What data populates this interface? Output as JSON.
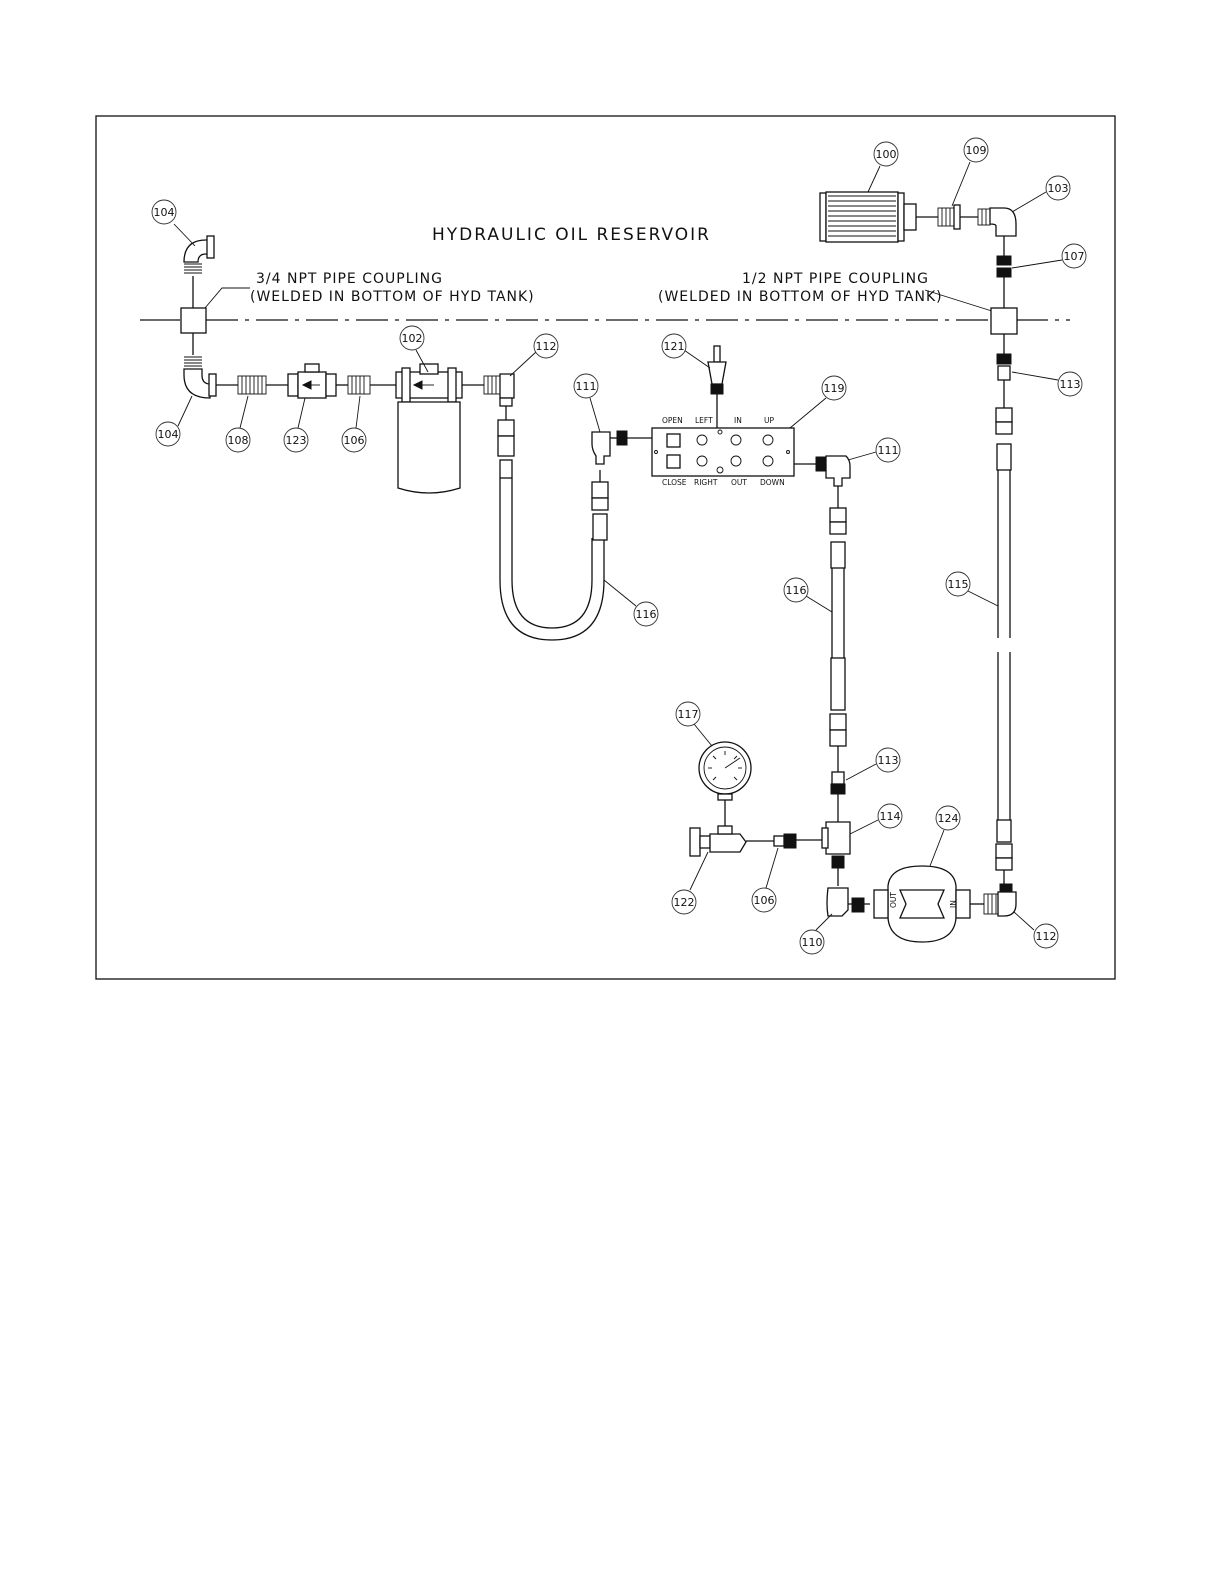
{
  "diagram": {
    "title": "HYDRAULIC OIL RESERVOIR",
    "left_coupling": {
      "line1": "3/4 NPT PIPE COUPLING",
      "line2": "(WELDED IN BOTTOM OF HYD TANK)"
    },
    "right_coupling": {
      "line1": "1/2 NPT PIPE COUPLING",
      "line2": "(WELDED IN BOTTOM OF HYD TANK)"
    },
    "valve_labels": {
      "open": "OPEN",
      "left": "LEFT",
      "in": "IN",
      "up": "UP",
      "close": "CLOSE",
      "right": "RIGHT",
      "out": "OUT",
      "down": "DOWN"
    },
    "pump_labels": {
      "out": "OUT",
      "in": "IN"
    },
    "callouts": {
      "c104a": "104",
      "c104b": "104",
      "c108": "108",
      "c123": "123",
      "c106a": "106",
      "c102": "102",
      "c112a": "112",
      "c121": "121",
      "c111a": "111",
      "c119": "119",
      "c111b": "111",
      "c100": "100",
      "c109": "109",
      "c103": "103",
      "c107": "107",
      "c113a": "113",
      "c116a": "116",
      "c116b": "116",
      "c115": "115",
      "c117": "117",
      "c113b": "113",
      "c114": "114",
      "c124": "124",
      "c122": "122",
      "c106b": "106",
      "c110": "110",
      "c112b": "112"
    }
  }
}
